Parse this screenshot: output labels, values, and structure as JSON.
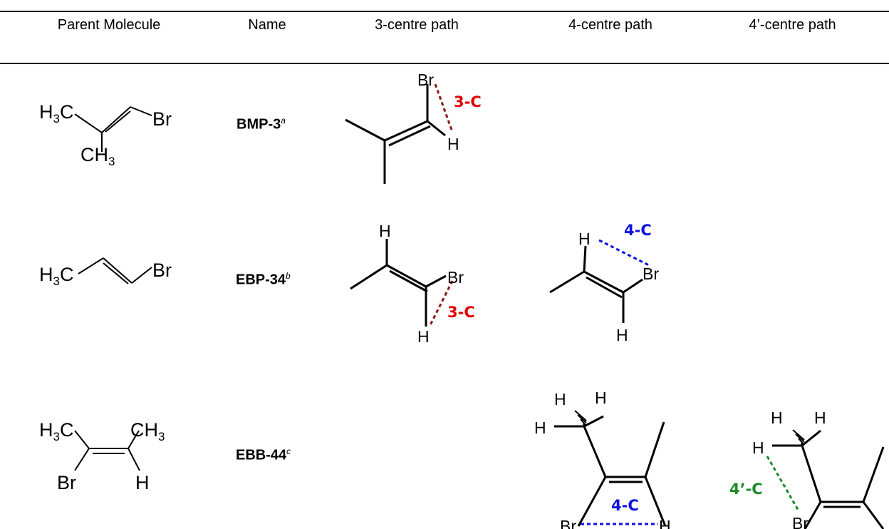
{
  "table": {
    "headers": [
      "Parent Molecule",
      "Name",
      "3-centre path",
      "4-centre path",
      "4’-centre path"
    ],
    "rows": [
      {
        "name": "BMP-3",
        "note": "a"
      },
      {
        "name": "EBP-34",
        "note": "b"
      },
      {
        "name": "EBB-44",
        "note": "c"
      }
    ]
  },
  "atoms": {
    "br": "Br",
    "h": "H",
    "h3c": "H",
    "c": "C",
    "three": "3",
    "ch": "CH"
  },
  "labels": {
    "three_c": "3-C",
    "four_c": "4-C",
    "four_prime_c": "4’-C"
  },
  "colors": {
    "three_c": "#e00000",
    "four_c": "#1010e0",
    "four_prime_c": "#1a8a2a",
    "three_c_bond": "#8b1a1a"
  }
}
